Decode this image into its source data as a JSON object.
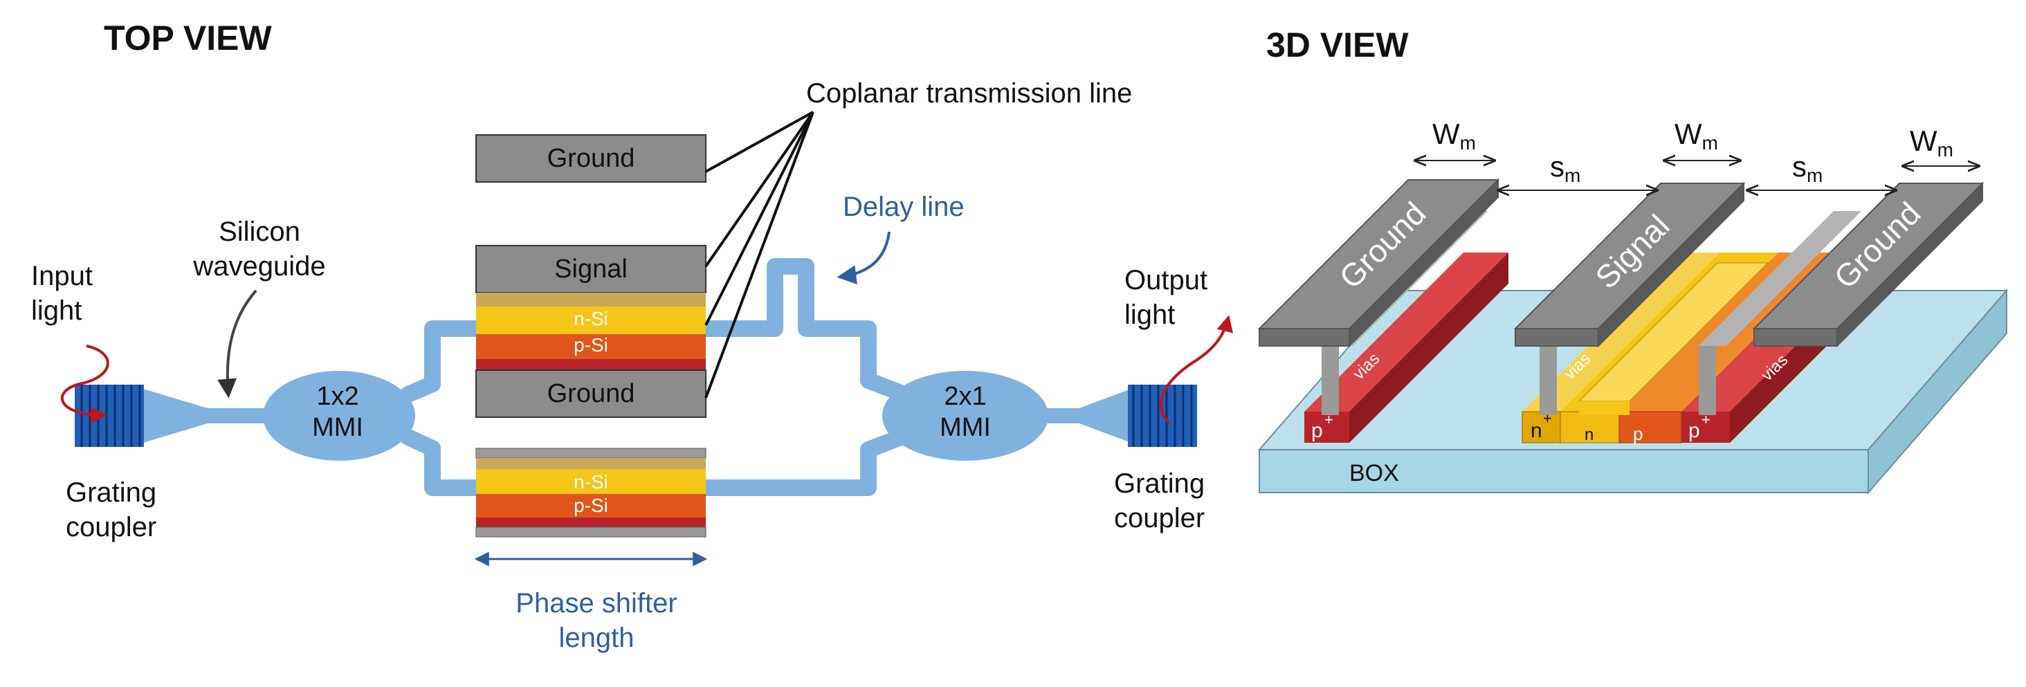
{
  "top_view": {
    "heading": "TOP VIEW",
    "input_light": [
      "Input",
      "light"
    ],
    "silicon_waveguide": [
      "Silicon",
      "waveguide"
    ],
    "grating_coupler_left": [
      "Grating",
      "coupler"
    ],
    "mmi_splitter": [
      "1x2",
      "MMI"
    ],
    "mmi_combiner": [
      "2x1",
      "MMI"
    ],
    "output_light": [
      "Output",
      "light"
    ],
    "grating_coupler_right": [
      "Grating",
      "coupler"
    ],
    "coplanar_line": "Coplanar transmission line",
    "delay_line": "Delay line",
    "electrode_ground_top": "Ground",
    "electrode_signal": "Signal",
    "electrode_ground_mid": "Ground",
    "upper_nsi": "n-Si",
    "upper_psi": "p-Si",
    "lower_nsi": "n-Si",
    "lower_psi": "p-Si",
    "phase_shifter_length": [
      "Phase shifter",
      "length"
    ]
  },
  "view_3d": {
    "heading": "3D VIEW",
    "wm": "W",
    "wm_sub": "m",
    "sm": "s",
    "sm_sub": "m",
    "ground_left": "Ground",
    "signal": "Signal",
    "ground_right": "Ground",
    "vias": "vias",
    "p_plus": "p",
    "n_plus": "n",
    "plus": "+",
    "n": "n",
    "p": "p",
    "box": "BOX"
  },
  "colors": {
    "waveguide": "#7fb2de",
    "grating": "#2060b8",
    "electrode": "#8c8c8c",
    "n_si": "#f5c518",
    "p_si": "#e0561a",
    "p_plus": "#b8242a",
    "box": "#a6d5e3",
    "label_blue": "#2f5f9e",
    "arrow_red": "#c0161c"
  }
}
